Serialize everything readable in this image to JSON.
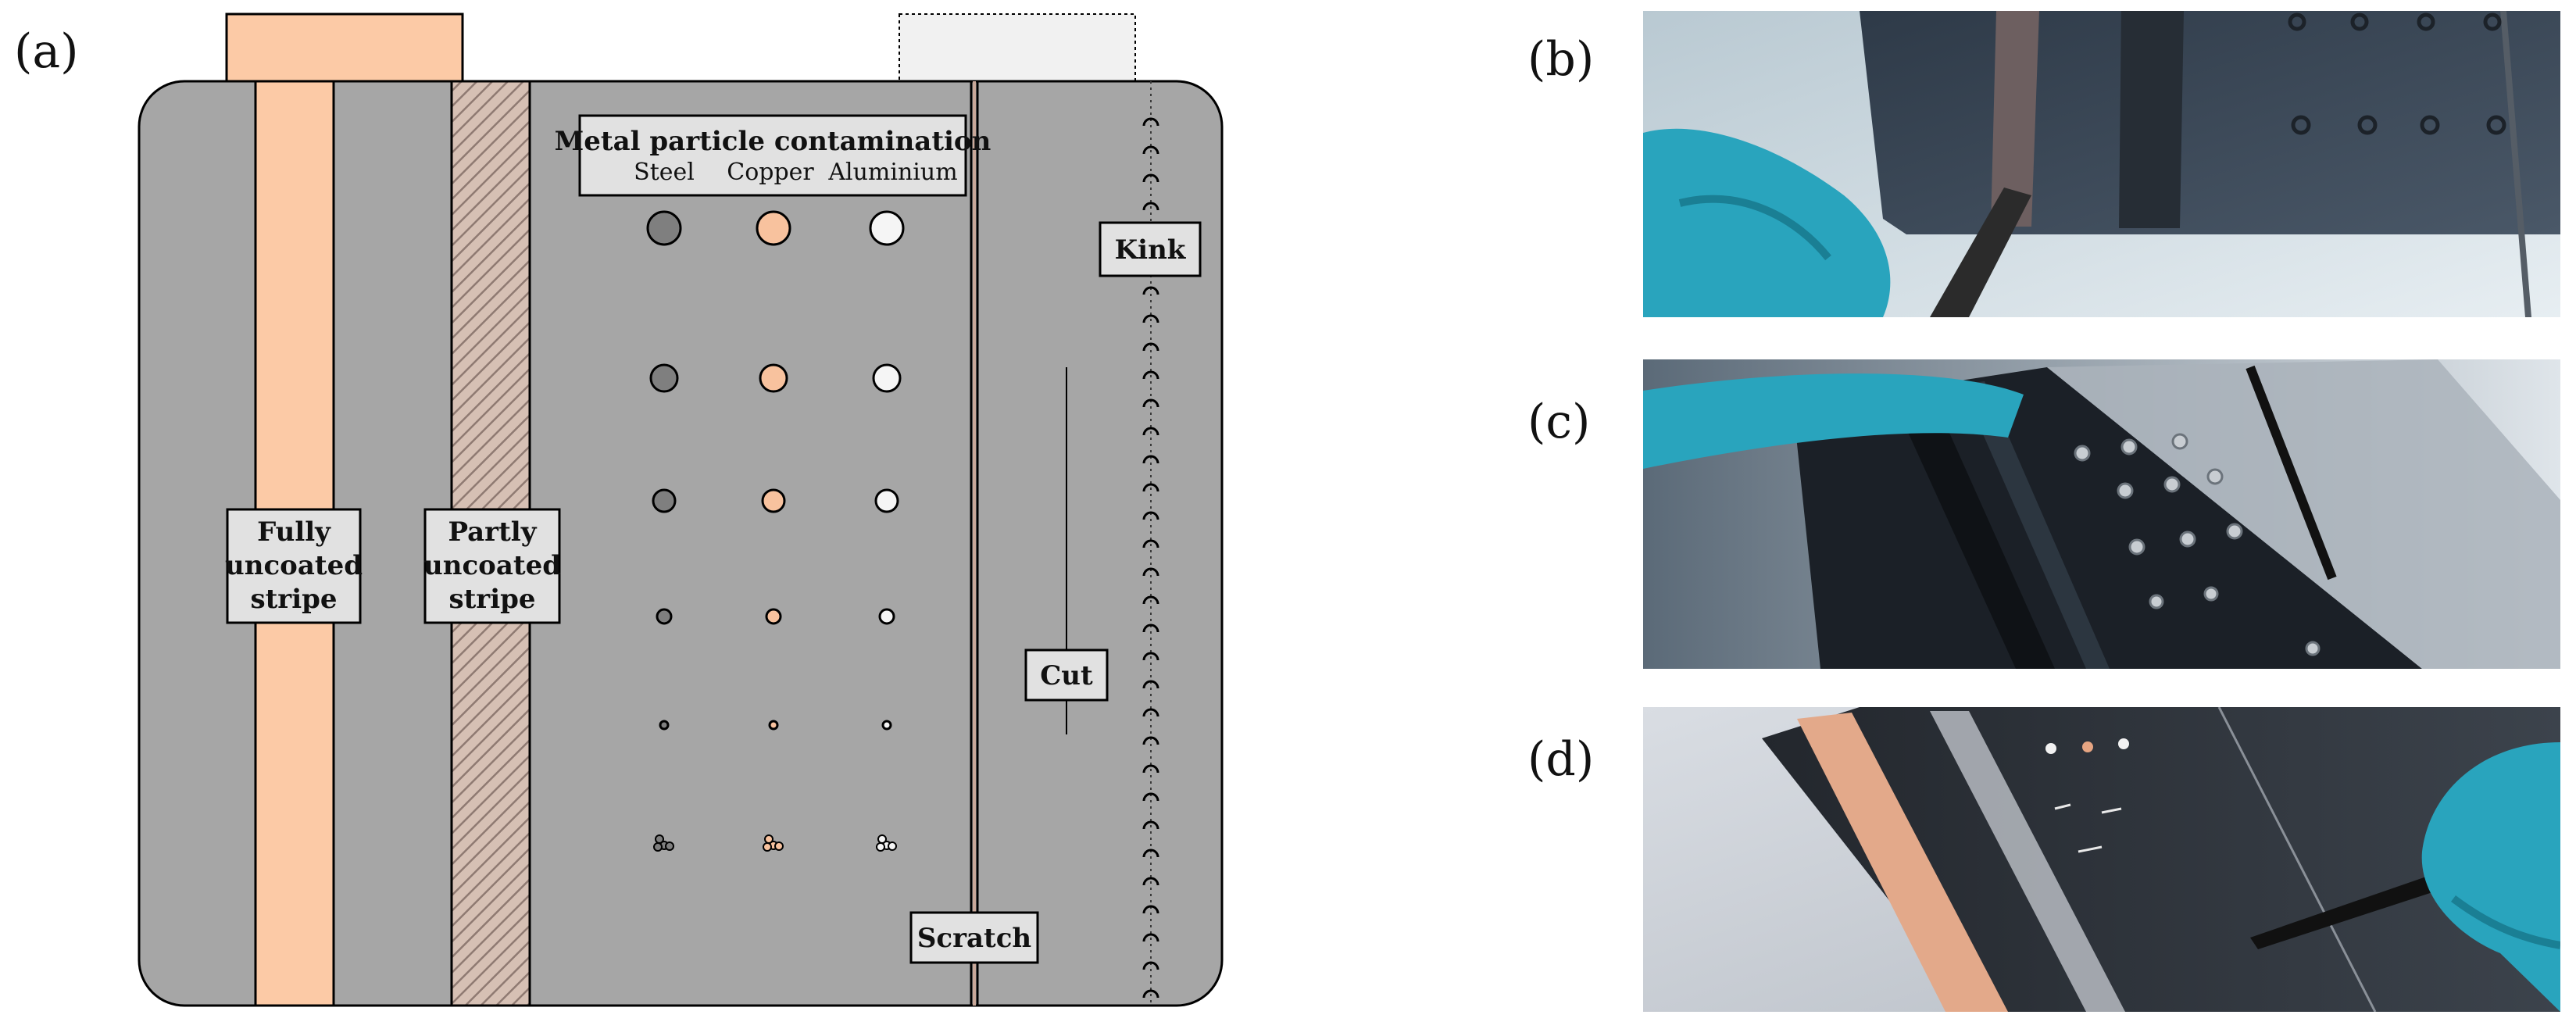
{
  "panels": {
    "a": "(a)",
    "b": "(b)",
    "c": "(c)",
    "d": "(d)"
  },
  "labels": {
    "fully_uncoated": [
      "Fully",
      "uncoated",
      "stripe"
    ],
    "partly_uncoated": [
      "Partly",
      "uncoated",
      "stripe"
    ],
    "contamination_title": "Metal particle contamination",
    "steel": "Steel",
    "copper": "Copper",
    "aluminium": "Aluminium",
    "kink": "Kink",
    "cut": "Cut",
    "scratch": "Scratch"
  },
  "colors": {
    "electrode_grey": "#a6a6a6",
    "copper_tone": "#fccaa6",
    "partly_stripe_base": "#d6c0b4",
    "partly_stripe_hatch": "#8f7a72",
    "steel_particle": "#7f7f7f",
    "copper_particle": "#f8c29e",
    "aluminium_particle": "#f5f5f5",
    "label_box": "#e1e1e1",
    "photo_slate": "#394757",
    "glove": "#29a4bd"
  },
  "icons": {
    "photo_b": "electrode-with-tweezers-photo",
    "photo_c": "electrode-with-particles-photo",
    "photo_d": "electrode-with-copper-tape-photo"
  }
}
